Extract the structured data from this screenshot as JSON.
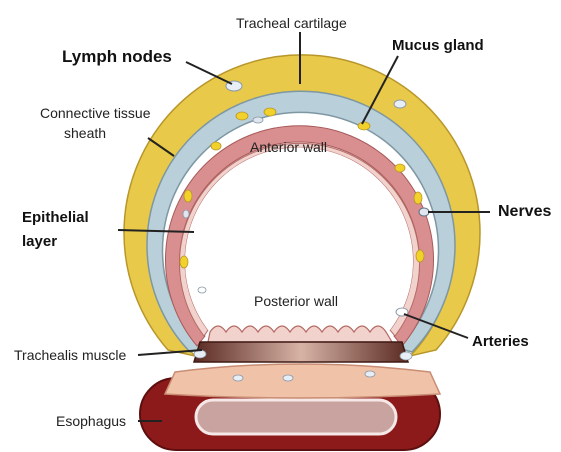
{
  "labels": {
    "tracheal_cartilage": "Tracheal cartilage",
    "lymph_nodes": "Lymph nodes",
    "mucus_gland": "Mucus gland",
    "connective_tissue_line1": "Connective tissue",
    "connective_tissue_line2": "sheath",
    "anterior_wall": "Anterior wall",
    "epithelial_line1": "Epithelial",
    "epithelial_line2": "layer",
    "nerves": "Nerves",
    "posterior_wall": "Posterior wall",
    "arteries": "Arteries",
    "trachealis_muscle": "Trachealis muscle",
    "esophagus": "Esophagus"
  },
  "colors": {
    "adventitia": "#e8c94a",
    "adventitia_edge": "#b8962a",
    "cartilage": "#b9cfd9",
    "cartilage_edge": "#7d97a3",
    "submucosa": "#d98f8f",
    "mucosa": "#f2d2cc",
    "muscle_dark": "#5a2a22",
    "muscle_light": "#d7b3a6",
    "connective_band": "#f0c2a8",
    "esophagus": "#8c1a1a",
    "esophagus_inner": "#c9a3a0",
    "gland": "#f2d22a",
    "vessel": "#e8eef5"
  }
}
